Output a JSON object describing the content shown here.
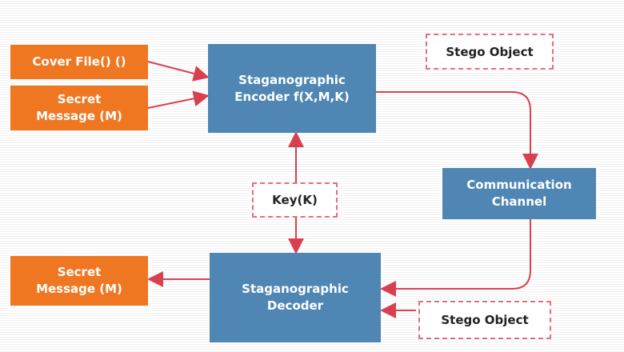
{
  "inputs": {
    "cover_file": "Cover File() ()",
    "secret_message": "Secret\nMessage (M)"
  },
  "encoder": {
    "label": "Staganographic\nEncoder f(X,M,K)"
  },
  "stego_top": "Stego Object",
  "key": "Key(K)",
  "channel": "Communication\nChannel",
  "decoder": {
    "label": "Staganographic\nDecoder"
  },
  "output_message": "Secret\nMessage (M)",
  "stego_bottom": "Stego Object",
  "colors": {
    "orange": "#f07722",
    "blue": "#4f86b3",
    "arrow": "#d9404f"
  }
}
